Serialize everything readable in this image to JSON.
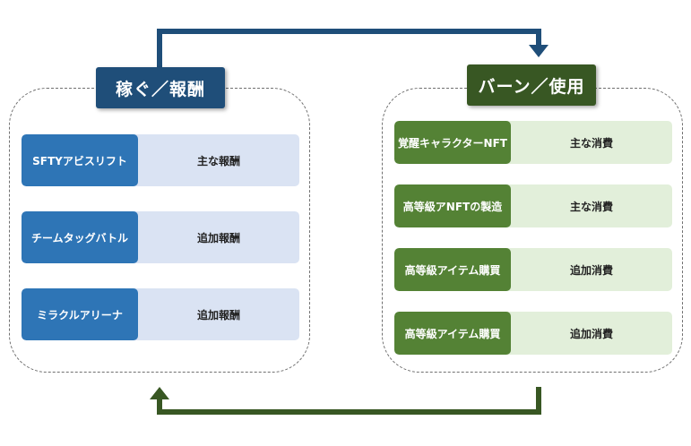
{
  "left_panel": {
    "title": "稼ぐ／報酬",
    "rows": [
      {
        "label": "SFTYアビスリフト",
        "value": "主な報酬"
      },
      {
        "label": "チームタッグバトル",
        "value": "追加報酬"
      },
      {
        "label": "ミラクルアリーナ",
        "value": "追加報酬"
      }
    ]
  },
  "right_panel": {
    "title": "バーン／使用",
    "rows": [
      {
        "label": "覚醒キャラクターNFT",
        "value": "主な消費"
      },
      {
        "label": "高等級アNFTの製造",
        "value": "主な消費"
      },
      {
        "label": "高等級アイテム購買",
        "value": "追加消費"
      },
      {
        "label": "高等級アイテム購買",
        "value": "追加消費"
      }
    ]
  },
  "colors": {
    "left_header": "#1f4e79",
    "left_label": "#2e75b6",
    "left_row_bg": "#dae3f3",
    "right_header": "#385723",
    "right_label": "#548235",
    "right_row_bg": "#e2efda",
    "top_arrow": "#1f4e79",
    "bottom_arrow": "#385723"
  }
}
